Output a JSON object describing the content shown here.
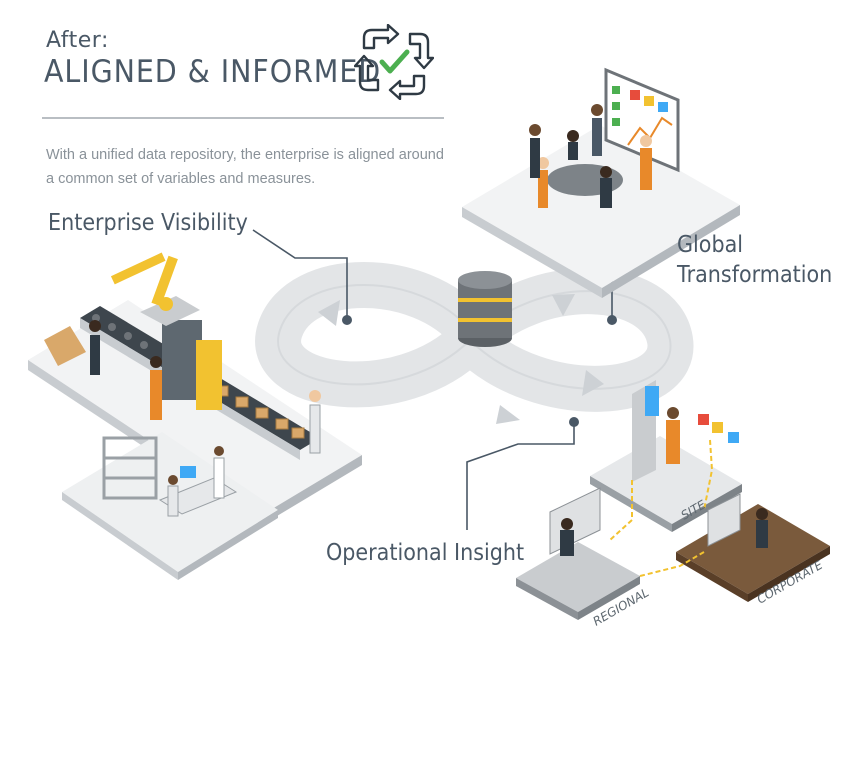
{
  "header": {
    "eyebrow": "After:",
    "title": "ALIGNED & INFORMED",
    "cycle_icon": "recycle-check-icon",
    "description": "With a unified data repository, the enterprise is aligned around a common set of variables and measures."
  },
  "callouts": {
    "enterprise_visibility": "Enterprise Visibility",
    "global_transformation_line1": "Global",
    "global_transformation_line2": "Transformation",
    "operational_insight": "Operational Insight"
  },
  "floor_labels": {
    "site": "SITE",
    "regional": "REGIONAL",
    "corporate": "CORPORATE"
  },
  "colors": {
    "text_dark": "#4a5866",
    "text_muted": "#8a9299",
    "accent_yellow": "#f2c230",
    "worker_orange": "#e8892a",
    "check_green": "#4caf50",
    "infinity_gray": "#dfe1e3",
    "database_gray": "#6e7378"
  }
}
